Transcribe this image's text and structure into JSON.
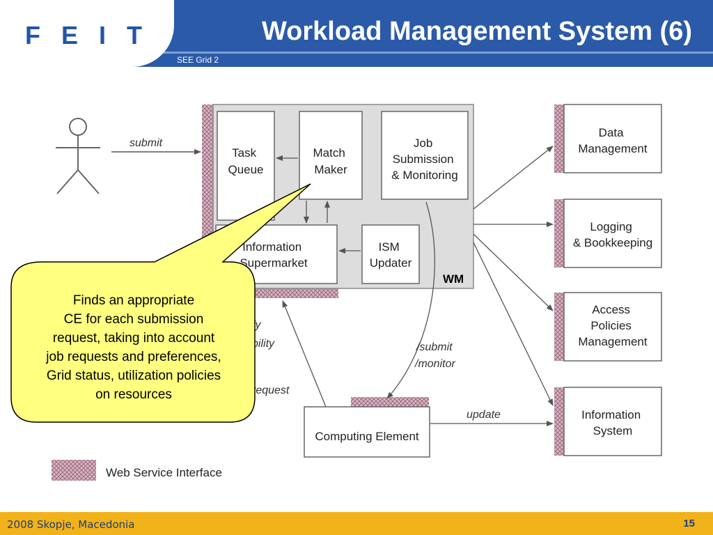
{
  "header": {
    "logo": "F E I T",
    "title": "Workload Management System (6)",
    "subtitle": "SEE Grid 2"
  },
  "diagram": {
    "user_arrow_label": "submit",
    "wm": {
      "label": "WM",
      "task_queue": [
        "Task",
        "Queue"
      ],
      "match_maker": [
        "Match",
        "Maker"
      ],
      "job_submission": [
        "Job",
        "Submission",
        "& Monitoring"
      ],
      "information_supermarket": [
        "Information",
        "Supermarket"
      ],
      "ism_updater": [
        "ISM",
        "Updater"
      ]
    },
    "services": {
      "data_management": [
        "Data",
        "Management"
      ],
      "logging": [
        "Logging",
        "& Bookkeeping"
      ],
      "access_policies": [
        "Access",
        "Policies",
        "Management"
      ],
      "information_system": [
        "Information",
        "System"
      ]
    },
    "computing_element": "Computing Element",
    "edge_labels": {
      "submit_monitor": [
        "/submit",
        "/monitor"
      ],
      "update": "update",
      "notify_fragment": [
        "fy",
        "bility"
      ],
      "request_fragment": "request"
    },
    "legend": "Web Service Interface"
  },
  "callout": {
    "lines": [
      "Finds an appropriate",
      "CE for each submission",
      "request, taking into account",
      "job requests and preferences,",
      "Grid status, utilization policies",
      "on resources"
    ]
  },
  "footer": {
    "location": "2008 Skopje, Macedonia",
    "page_number": "15"
  },
  "colors": {
    "header_blue": "#2b5aa8",
    "logo_blue": "#1f56a8",
    "footer_gold": "#f2b21a",
    "callout_fill": "#ffff80",
    "wm_fill": "#dddddd",
    "interface_pattern": "#c8a0b0"
  }
}
